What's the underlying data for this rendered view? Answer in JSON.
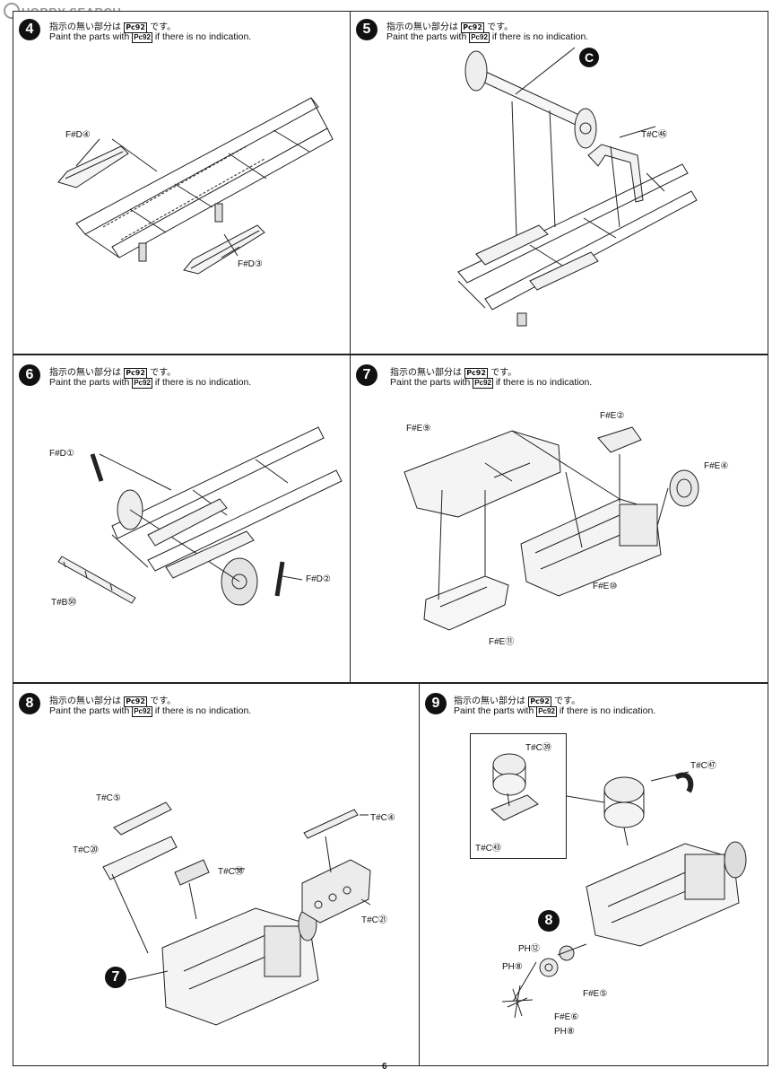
{
  "watermark": "HOBBY SEARCH",
  "page_number": "6",
  "instruction_jp": "指示の無い部分は",
  "instruction_jp_tail": "です。",
  "instruction_en_pre": "Paint the parts with",
  "instruction_en_post": "if there is no indication.",
  "paint_code": "Pc92",
  "steps": [
    {
      "num": "4",
      "labels": [
        "F#D④",
        "F#D③"
      ]
    },
    {
      "num": "5",
      "callout": "C",
      "labels": [
        "T#C㊻"
      ]
    },
    {
      "num": "6",
      "labels": [
        "F#D①",
        "F#D②",
        "T#B㊿"
      ]
    },
    {
      "num": "7",
      "labels": [
        "F#E⑨",
        "F#E②",
        "F#E④",
        "F#E⑩",
        "F#E⑪"
      ]
    },
    {
      "num": "8",
      "ref": "7",
      "labels": [
        "T#C⑤",
        "T#C⑳",
        "T#C㊳",
        "T#C④",
        "T#C㉑"
      ]
    },
    {
      "num": "9",
      "ref": "8",
      "labels": [
        "T#C㊴",
        "T#C㊸",
        "T#C㊼",
        "PH⑫",
        "PH⑧",
        "F#E⑤",
        "F#E⑥",
        "PH⑧"
      ]
    }
  ]
}
